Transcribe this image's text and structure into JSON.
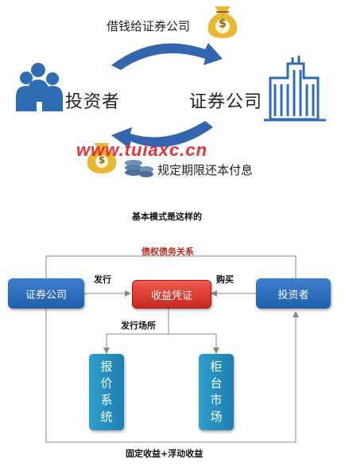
{
  "top": {
    "borrow_label": "借钱给证券公司",
    "investor_label": "投资者",
    "company_label": "证券公司",
    "repay_label": "规定期限还本付息",
    "watermark": "www.tuiaxc.cn",
    "money_symbol": "$"
  },
  "caption": "基本模式是这样的",
  "flow": {
    "relation_label": "债权债务关系",
    "company_box": "证券公司",
    "certificate_box": "收益凭证",
    "investor_box": "投资者",
    "issue_label": "发行",
    "buy_label": "购买",
    "venue_label": "发行场所",
    "quote_system": [
      "报",
      "价",
      "系",
      "统"
    ],
    "counter_market": [
      "柜",
      "台",
      "市",
      "场"
    ],
    "income_label": "固定收益+浮动收益"
  },
  "colors": {
    "people_blue": "#2e6db4",
    "arrow_blue": "#3466b0",
    "box_blue": "#2a6cc0",
    "box_red": "#e03c30",
    "box_teal": "#2a93c2",
    "watermark_red": "#e8212a",
    "coin_gold": "#e8b830"
  }
}
